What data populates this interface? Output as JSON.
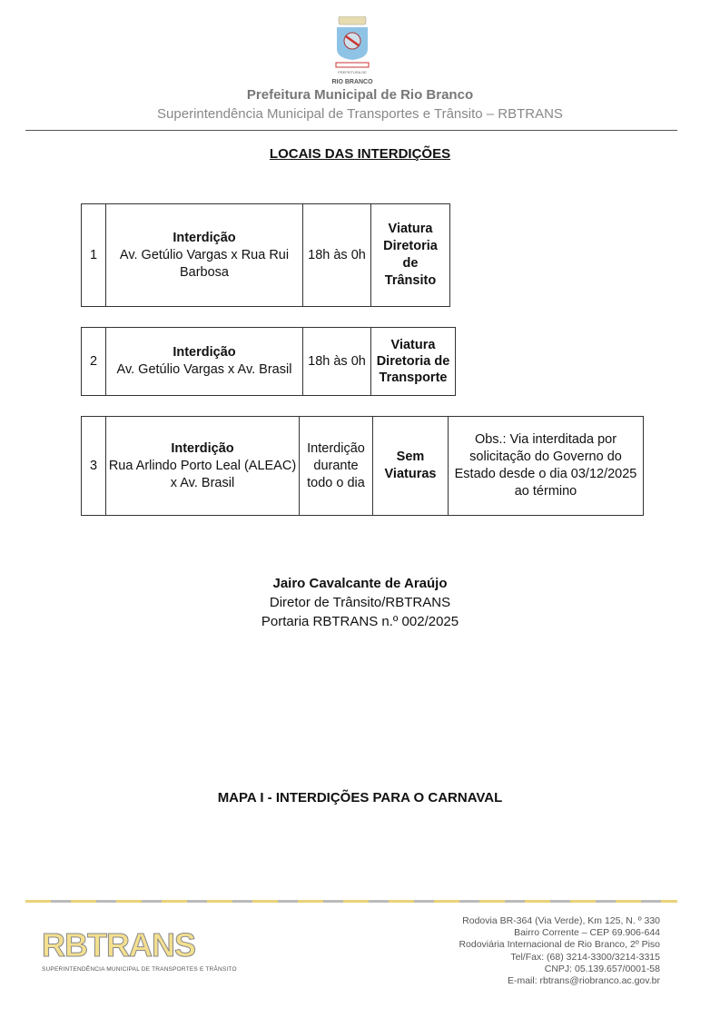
{
  "header": {
    "crest_text": "PREFEITURA DE RIO BRANCO",
    "org": "Prefeitura Municipal de Rio Branco",
    "sub": "Superintendência Municipal de Transportes e Trânsito – RBTRANS"
  },
  "title": "LOCAIS DAS INTERDIÇÕES",
  "rows": [
    {
      "n": "1",
      "label": "Interdição",
      "place": "Av. Getúlio Vargas x Rua Rui Barbosa",
      "time": "18h às 0h",
      "vehicle": "Viatura Diretoria de Trânsito"
    },
    {
      "n": "2",
      "label": "Interdição",
      "place": "Av. Getúlio Vargas x Av. Brasil",
      "time": "18h às 0h",
      "vehicle": "Viatura Diretoria de Transporte"
    },
    {
      "n": "3",
      "label": "Interdição",
      "place": "Rua Arlindo Porto Leal (ALEAC) x Av. Brasil",
      "time": "Interdição durante todo o dia",
      "vehicle": "Sem Viaturas",
      "obs": "Obs.: Via interditada por solicitação do Governo do Estado desde o dia 03/12/2025 ao término"
    }
  ],
  "signature": {
    "name": "Jairo Cavalcante de Araújo",
    "role": "Diretor de Trânsito/RBTRANS",
    "portaria": "Portaria RBTRANS n.º 002/2025"
  },
  "map_title": "MAPA I - INTERDIÇÕES PARA O CARNAVAL",
  "footer": {
    "logo": "RBTRANS",
    "logo_sub": "SUPERINTENDÊNCIA MUNICIPAL DE TRANSPORTES E TRÂNSITO",
    "address": [
      "Rodovia BR-364 (Via Verde), Km 125, N. º 330",
      "Bairro Corrente – CEP 69.906-644",
      "Rodoviária Internacional de Rio Branco, 2º Piso",
      "Tel/Fax: (68) 3214-3300/3214-3315",
      "CNPJ: 05.139.657/0001-58",
      "E-mail: rbtrans@riobranco.ac.gov.br"
    ]
  }
}
